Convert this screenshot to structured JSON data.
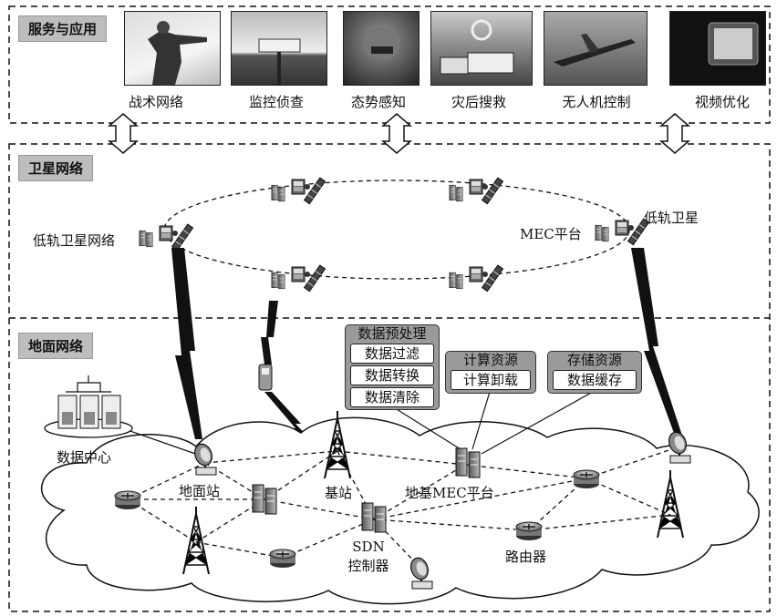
{
  "layers": {
    "service": "服务与应用",
    "satellite": "卫星网络",
    "ground": "地面网络"
  },
  "apps": [
    {
      "label": "战术网络",
      "icon": "soldier-icon"
    },
    {
      "label": "监控侦查",
      "icon": "camera-icon"
    },
    {
      "label": "态势感知",
      "icon": "helmet-icon"
    },
    {
      "label": "灾后搜救",
      "icon": "vehicle-icon"
    },
    {
      "label": "无人机控制",
      "icon": "drone-icon"
    },
    {
      "label": "视频优化",
      "icon": "screen-icon"
    }
  ],
  "satellite": {
    "leo_network": "低轨卫星网络",
    "leo_satellite": "低轨卫星",
    "mec_platform": "MEC平台"
  },
  "ground": {
    "data_center": "数据中心",
    "ground_station": "地面站",
    "base_station": "基站",
    "ground_mec": "地基MEC平台",
    "sdn": "SDN",
    "controller": "控制器",
    "router": "路由器"
  },
  "processing": {
    "title": "数据预处理",
    "items": [
      "数据过滤",
      "数据转换",
      "数据清除"
    ]
  },
  "compute": {
    "title": "计算资源",
    "item": "计算卸载"
  },
  "storage": {
    "title": "存储资源",
    "item": "数据缓存"
  }
}
